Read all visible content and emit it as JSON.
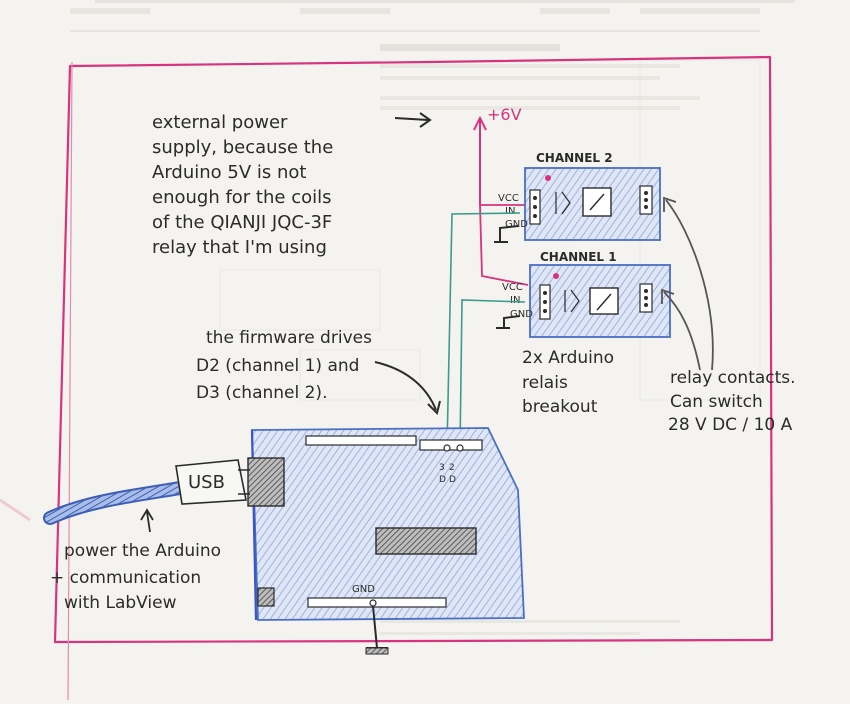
{
  "notes": {
    "power_note": [
      "external power",
      "supply, because the",
      "Arduino 5V is not",
      "enough for the coils",
      "of the QIANJI JQC-3F",
      "relay that I'm using"
    ],
    "firmware_note": [
      "the firmware drives",
      "D2 (channel 1) and",
      "D3 (channel 2)."
    ],
    "breakout_note": [
      "2x Arduino",
      "relais",
      "breakout"
    ],
    "contacts_note": [
      "relay contacts.",
      "Can switch",
      "28 V DC / 10 A"
    ],
    "usb_note": [
      "power the Arduino",
      "+ communication",
      "with LabView"
    ]
  },
  "labels": {
    "supply_voltage": "+6V",
    "channel_2": "CHANNEL 2",
    "channel_1": "CHANNEL 1",
    "pin_vcc": "VCC",
    "pin_in": "IN",
    "pin_gnd": "GND",
    "usb": "USB",
    "board_gnd": "GND"
  },
  "colors": {
    "pencil": "#2b2b2b",
    "magenta": "#d8337e",
    "blue_pencil": "#4a6fc4",
    "teal_wire": "#3a9c8a",
    "paper": "#f4f3ef"
  }
}
